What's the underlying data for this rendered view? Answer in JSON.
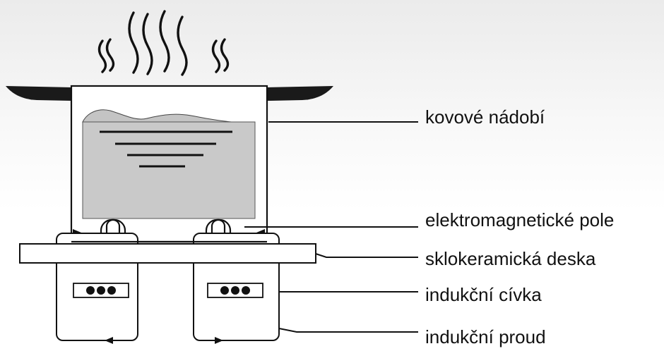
{
  "labels": {
    "pot": "kovové nádobí",
    "field": "elektromagnetické pole",
    "plate": "sklokeramická deska",
    "coil": "indukční cívka",
    "current": "indukční proud"
  },
  "colors": {
    "stroke": "#111111",
    "liquid": "#c9c9c9",
    "foam": "#c4c4c4",
    "handle": "#1a1a1a"
  },
  "icons": [
    "steam-icon",
    "coil-winding-icon",
    "arrow-icon"
  ]
}
